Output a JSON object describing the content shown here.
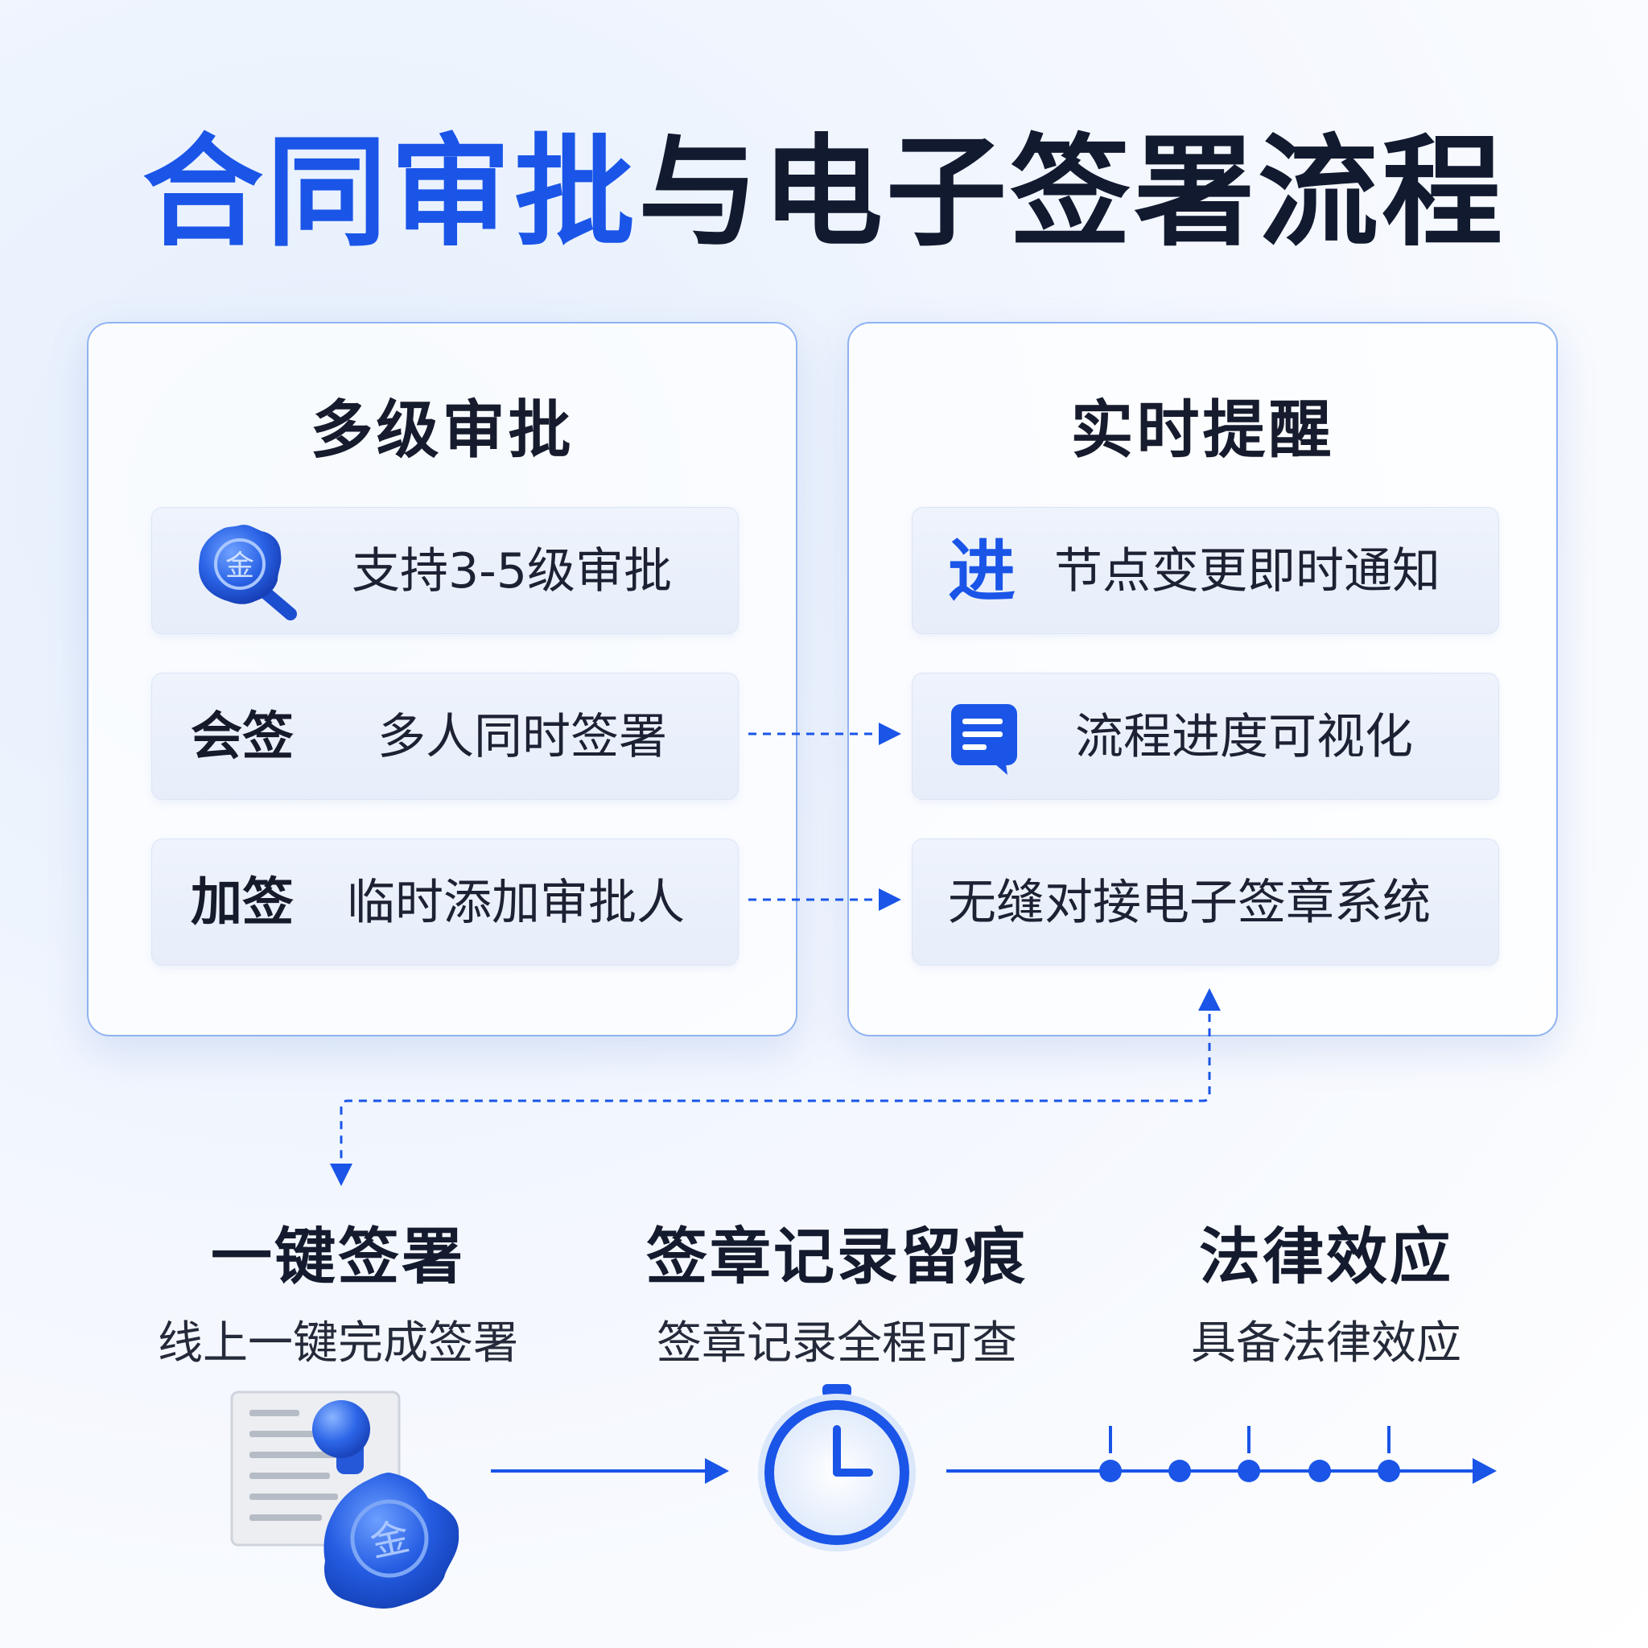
{
  "title": {
    "blue_part": "合同审批",
    "dark_part": "与电子签署流程"
  },
  "left_panel": {
    "heading": "多级审批",
    "rows": [
      {
        "tag": "",
        "icon": "seal-magnifier-icon",
        "text": "支持3-5级审批"
      },
      {
        "tag": "会签",
        "text": "多人同时签署"
      },
      {
        "tag": "加签",
        "text": "临时添加审批人"
      }
    ]
  },
  "right_panel": {
    "heading": "实时提醒",
    "rows": [
      {
        "icon_text": "进",
        "text": "节点变更即时通知"
      },
      {
        "icon": "chat-document-icon",
        "text": "流程进度可视化"
      },
      {
        "text": "无缝对接电子签章系统"
      }
    ]
  },
  "features": [
    {
      "title": "一键签署",
      "subtitle": "线上一键完成签署",
      "icon": "document-stamp-icon"
    },
    {
      "title": "签章记录留痕",
      "subtitle": "签章记录全程可查",
      "icon": "stopwatch-icon"
    },
    {
      "title": "法律效应",
      "subtitle": "具备法律效应",
      "icon": "timeline-icon"
    }
  ],
  "colors": {
    "accent": "#1a55e8",
    "dark": "#121a30",
    "panel_border": "#8fb3f2"
  },
  "seal_char": "金"
}
